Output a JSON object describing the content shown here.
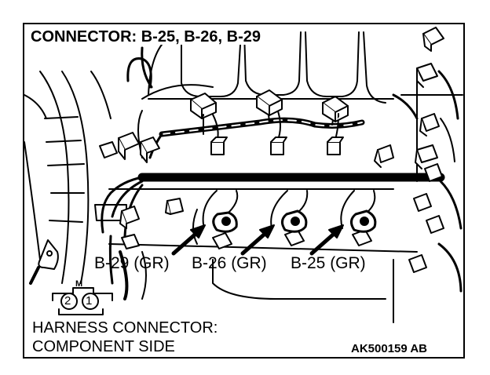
{
  "title": "CONNECTOR: B-25, B-26, B-29",
  "connector_labels": {
    "b29": "B-29 (GR)",
    "b26": "B-26 (GR)",
    "b25": "B-25 (GR)"
  },
  "harness_connector": {
    "mark": "M",
    "pins": [
      "2",
      "1"
    ]
  },
  "caption_line1": "HARNESS CONNECTOR:",
  "caption_line2": "COMPONENT SIDE",
  "figure_id": "AK500159 AB"
}
